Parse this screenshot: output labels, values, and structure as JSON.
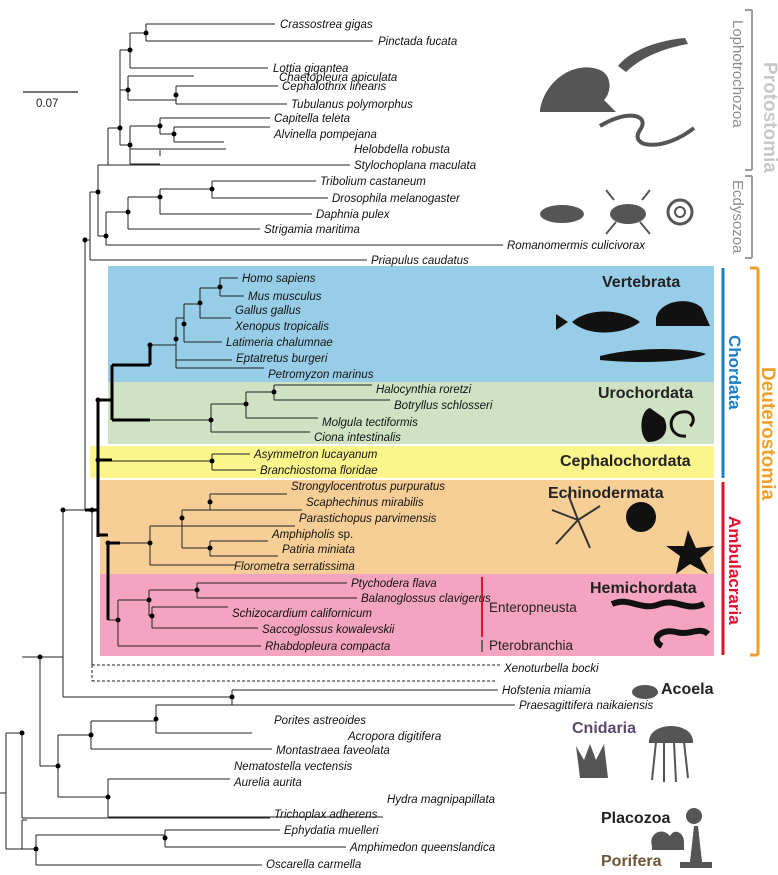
{
  "scale_bar": {
    "label": "0.07"
  },
  "colors": {
    "vertebrata": "#98cde8",
    "urochordata": "#cfe3c4",
    "cephalochordata": "#fbf58c",
    "echinodermata": "#f7cf96",
    "hemichordata": "#f4a4c0",
    "protostomia": "#c8c8c8",
    "chordata": "#1e7ec3",
    "ambulacraria": "#e0102f",
    "deuterostomia": "#f0a02a",
    "cnidaria": "#5b4a6e",
    "porifera": "#6e5638"
  },
  "taxa": {
    "crassostrea": "Crassostrea gigas",
    "pinctada": "Pinctada fucata",
    "lottia": "Lottia gigantea",
    "chaetopleura": "Chaetopleura apiculata",
    "cephalothrix": "Cephalothrix linearis",
    "tubulanus": "Tubulanus polymorphus",
    "capitella": "Capitella teleta",
    "alvinella": "Alvinella pompejana",
    "helobdella": "Helobdella robusta",
    "stylochoplana": "Stylochoplana maculata",
    "tribolium": "Tribolium castaneum",
    "drosophila": "Drosophila melanogaster",
    "daphnia": "Daphnia pulex",
    "strigamia": "Strigamia maritima",
    "romanomermis": "Romanomermis culicivorax",
    "priapulus": "Priapulus caudatus",
    "homo": "Homo sapiens",
    "mus": "Mus musculus",
    "gallus": "Gallus gallus",
    "xenopus": "Xenopus tropicalis",
    "latimeria": "Latimeria chalumnae",
    "eptatretus": "Eptatretus burgeri",
    "petromyzon": "Petromyzon marinus",
    "halocynthia": "Halocynthia roretzi",
    "botryllus": "Botryllus schlosseri",
    "molgula": "Molgula tectiformis",
    "ciona": "Ciona intestinalis",
    "asymmetron": "Asymmetron lucayanum",
    "branchiostoma": "Branchiostoma floridae",
    "strongylocentrotus": "Strongylocentrotus purpuratus",
    "scaphechinus": "Scaphechinus mirabilis",
    "parastichopus": "Parastichopus parvimensis",
    "amphipholis": "Amphipholis",
    "amphipholis_sp": " sp.",
    "patiria": "Patiria miniata",
    "florometra": "Florometra serratissima",
    "ptychodera": "Ptychodera flava",
    "balanoglossus": "Balanoglossus clavigerus",
    "schizocardium": "Schizocardium californicum",
    "saccoglossus": "Saccoglossus kowalevskii",
    "rhabdopleura": "Rhabdopleura compacta",
    "xenoturbella": "Xenoturbella bocki",
    "hofstenia": "Hofstenia miamia",
    "praesagittifera": "Praesagittifera naikaiensis",
    "porites": "Porites astreoides",
    "acropora": "Acropora digitifera",
    "montastraea": "Montastraea faveolata",
    "nematostella": "Nematostella vectensis",
    "aurelia": "Aurelia aurita",
    "hydra": "Hydra magnipapillata",
    "trichoplax": "Trichoplax adherens",
    "ephydatia": "Ephydatia muelleri",
    "amphimedon": "Amphimedon queenslandica",
    "oscarella": "Oscarella carmella"
  },
  "clades": {
    "vertebrata": "Vertebrata",
    "urochordata": "Urochordata",
    "cephalochordata": "Cephalochordata",
    "echinodermata": "Echinodermata",
    "hemichordata": "Hemichordata",
    "enteropneusta": "Enteropneusta",
    "pterobranchia": "Pterobranchia",
    "acoela": "Acoela",
    "cnidaria": "Cnidaria",
    "placozoa": "Placozoa",
    "porifera": "Porifera",
    "lophotrochozoa": "Lophotrochozoa",
    "ecdysozoa": "Ecdysozoa",
    "protostomia": "Protostomia",
    "chordata": "Chordata",
    "ambulacraria": "Ambulacraria",
    "deuterostomia": "Deuterostomia"
  }
}
